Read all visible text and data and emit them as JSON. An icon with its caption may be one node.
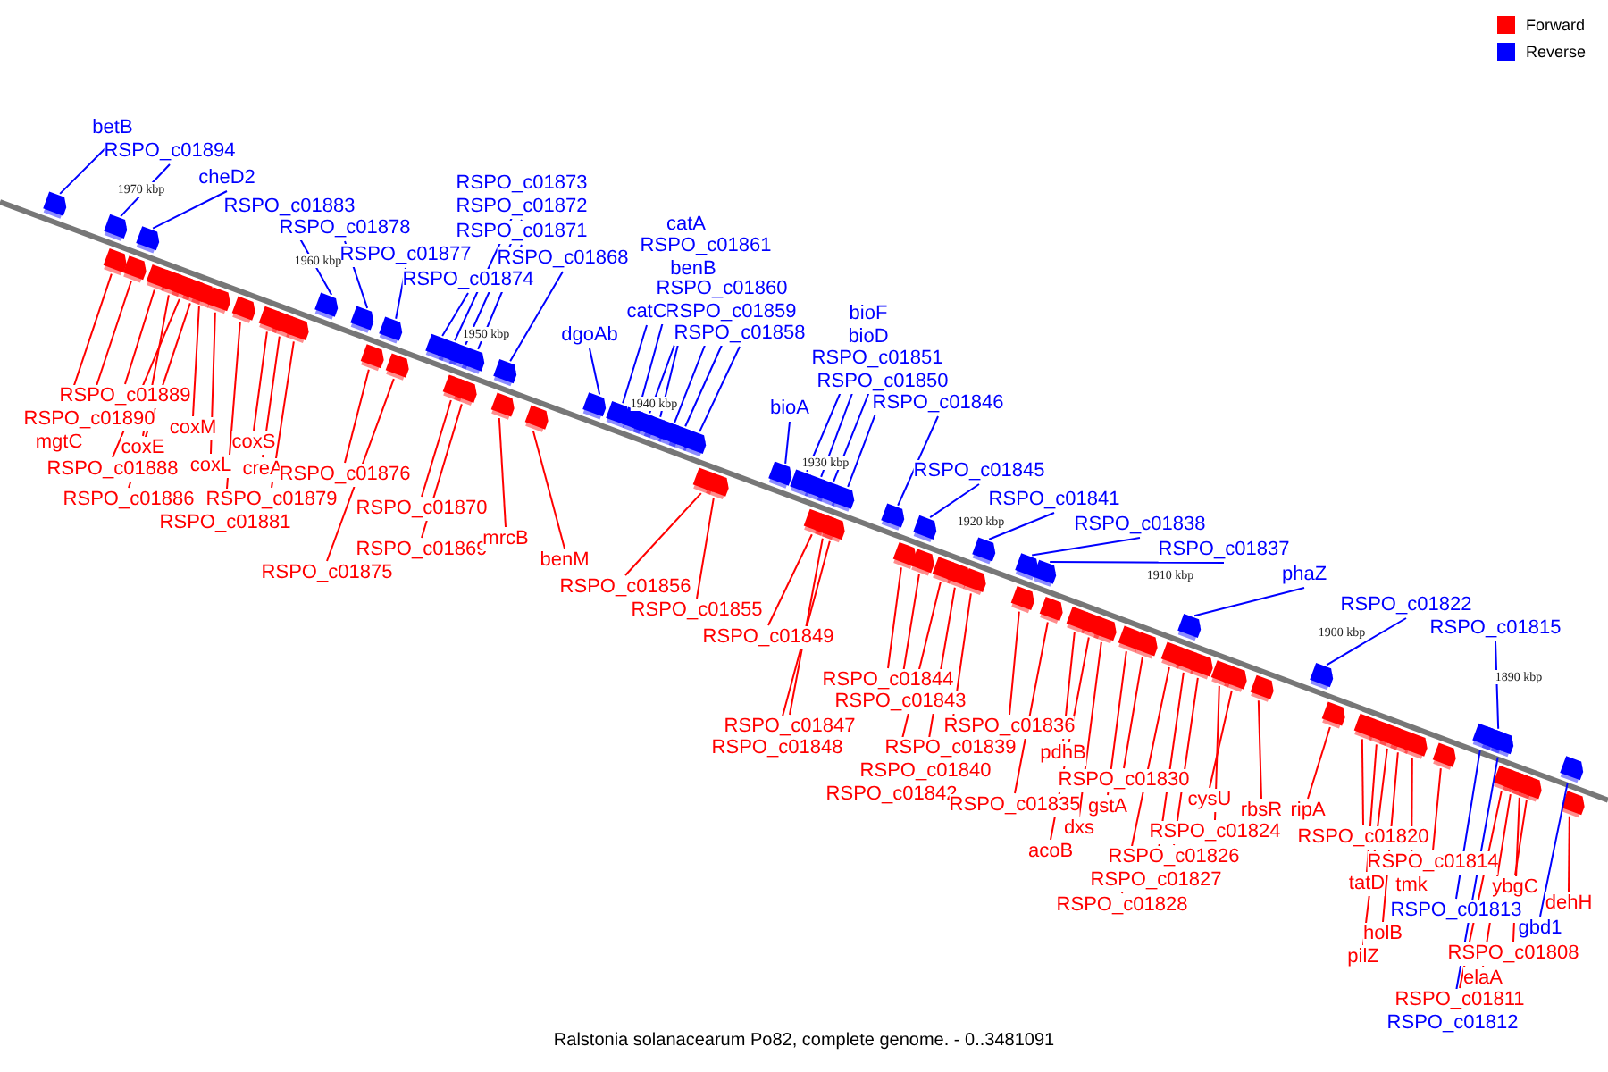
{
  "diagram": {
    "caption": "Ralstonia solanacearum Po82, complete genome. - 0..3481091",
    "nodes": [
      {
        "text": [
          "betB"
        ]
      },
      {
        "text": [
          "RSPO_c01894"
        ]
      },
      {
        "text": [
          "cheD2"
        ]
      },
      {
        "text": [
          "RSPO_c01883"
        ]
      },
      {
        "text": [
          "RSPO_c01878"
        ]
      },
      {
        "text": [
          "RSPO_c01877"
        ]
      },
      {
        "text": [
          "RSPO_c01873"
        ]
      },
      {
        "text": [
          "RSPO_c01872"
        ]
      },
      {
        "text": [
          "RSPO_c01871"
        ]
      },
      {
        "text": [
          "RSPO_c01874"
        ]
      },
      {
        "text": [
          "RSPO_c01868"
        ]
      },
      {
        "text": [
          "catA"
        ]
      },
      {
        "text": [
          "RSPO_c01861"
        ]
      },
      {
        "text": [
          "benB"
        ]
      },
      {
        "text": [
          "RSPO_c01860"
        ]
      },
      {
        "text": [
          "RSPO_c01859"
        ]
      },
      {
        "text": [
          "RSPO_c01858"
        ]
      },
      {
        "text": [
          "catC"
        ]
      },
      {
        "text": [
          "dgoAb"
        ]
      },
      {
        "text": [
          "bioA"
        ]
      },
      {
        "text": [
          "bioF"
        ]
      },
      {
        "text": [
          "bioD"
        ]
      },
      {
        "text": [
          "RSPO_c01851"
        ]
      },
      {
        "text": [
          "RSPO_c01850"
        ]
      },
      {
        "text": [
          "RSPO_c01846"
        ]
      },
      {
        "text": [
          "RSPO_c01845"
        ]
      },
      {
        "text": [
          "RSPO_c01841"
        ]
      },
      {
        "text": [
          "RSPO_c01838"
        ]
      },
      {
        "text": [
          "RSPO_c01837"
        ]
      },
      {
        "text": [
          "phaZ"
        ]
      },
      {
        "text": [
          "RSPO_c01822"
        ]
      },
      {
        "text": [
          "RSPO_c01815"
        ]
      },
      {
        "text": [
          "RSPO_c01813"
        ]
      },
      {
        "text": [
          "gbd1"
        ]
      },
      {
        "text": [
          "RSPO_c01812"
        ]
      },
      {
        "text": [
          "RSPO_c01889"
        ]
      },
      {
        "text": [
          "RSPO_c01890"
        ]
      },
      {
        "text": [
          "mgtC"
        ]
      },
      {
        "text": [
          "coxE"
        ]
      },
      {
        "text": [
          "RSPO_c01888"
        ]
      },
      {
        "text": [
          "coxM"
        ]
      },
      {
        "text": [
          "RSPO_c01886"
        ]
      },
      {
        "text": [
          "coxL"
        ]
      },
      {
        "text": [
          "coxS"
        ]
      },
      {
        "text": [
          "creA"
        ]
      },
      {
        "text": [
          "RSPO_c01879"
        ]
      },
      {
        "text": [
          "RSPO_c01881"
        ]
      },
      {
        "text": [
          "RSPO_c01876"
        ]
      },
      {
        "text": [
          "RSPO_c01875"
        ]
      },
      {
        "text": [
          "RSPO_c01870"
        ]
      },
      {
        "text": [
          "RSPO_c01869"
        ]
      },
      {
        "text": [
          "mrcB"
        ]
      },
      {
        "text": [
          "benM"
        ]
      },
      {
        "text": [
          "RSPO_c01856"
        ]
      },
      {
        "text": [
          "RSPO_c01855"
        ]
      },
      {
        "text": [
          "RSPO_c01849"
        ]
      },
      {
        "text": [
          "RSPO_c01847"
        ]
      },
      {
        "text": [
          "RSPO_c01848"
        ]
      },
      {
        "text": [
          "RSPO_c01844"
        ]
      },
      {
        "text": [
          "RSPO_c01843"
        ]
      },
      {
        "text": [
          "RSPO_c01839"
        ]
      },
      {
        "text": [
          "RSPO_c01840"
        ]
      },
      {
        "text": [
          "RSPO_c01842"
        ]
      },
      {
        "text": [
          "RSPO_c01836"
        ]
      },
      {
        "text": [
          "RSPO_c01835"
        ]
      },
      {
        "text": [
          "pdhB"
        ]
      },
      {
        "text": [
          "dxs"
        ]
      },
      {
        "text": [
          "acoB"
        ]
      },
      {
        "text": [
          "RSPO_c01830"
        ]
      },
      {
        "text": [
          "gstA"
        ]
      },
      {
        "text": [
          "RSPO_c01828"
        ]
      },
      {
        "text": [
          "RSPO_c01827"
        ]
      },
      {
        "text": [
          "RSPO_c01826"
        ]
      },
      {
        "text": [
          "RSPO_c01824"
        ]
      },
      {
        "text": [
          "cysU"
        ]
      },
      {
        "text": [
          "rbsR"
        ]
      },
      {
        "text": [
          "ripA"
        ]
      },
      {
        "text": [
          "RSPO_c01820"
        ]
      },
      {
        "text": [
          "tatD"
        ]
      },
      {
        "text": [
          "pilZ"
        ]
      },
      {
        "text": [
          "holB"
        ]
      },
      {
        "text": [
          "tmk"
        ]
      },
      {
        "text": [
          "RSPO_c01814"
        ]
      },
      {
        "text": [
          "RSPO_c01811"
        ]
      },
      {
        "text": [
          "elaA"
        ]
      },
      {
        "text": [
          "RSPO_c01808"
        ]
      },
      {
        "text": [
          "ybgC"
        ]
      },
      {
        "text": [
          "dehH"
        ]
      },
      {
        "text": [],
        "shape": "box"
      },
      {
        "text": [],
        "shape": "box"
      },
      {
        "text": [],
        "shape": "box"
      },
      {
        "text": [],
        "shape": "box"
      },
      {
        "text": [],
        "shape": "box"
      },
      {
        "text": [],
        "shape": "box"
      },
      {
        "text": [],
        "shape": "box"
      },
      {
        "text": [],
        "shape": "box"
      },
      {
        "text": [],
        "shape": "box"
      },
      {
        "text": [],
        "shape": "box"
      },
      {
        "text": [],
        "shape": "box"
      },
      {
        "text": [],
        "shape": "box"
      },
      {
        "text": [],
        "shape": "box"
      },
      {
        "text": [],
        "shape": "box"
      },
      {
        "text": [],
        "shape": "box"
      },
      {
        "text": [],
        "shape": "box"
      },
      {
        "text": [],
        "shape": "box"
      },
      {
        "text": [],
        "shape": "box"
      },
      {
        "text": [],
        "shape": "box"
      },
      {
        "text": [],
        "shape": "box"
      },
      {
        "text": [],
        "shape": "box"
      },
      {
        "text": [],
        "shape": "box"
      },
      {
        "text": [],
        "shape": "box"
      },
      {
        "text": [],
        "shape": "box"
      },
      {
        "text": [],
        "shape": "box"
      },
      {
        "text": [],
        "shape": "box"
      },
      {
        "text": [],
        "shape": "box"
      },
      {
        "text": [],
        "shape": "box"
      },
      {
        "text": [],
        "shape": "box"
      },
      {
        "text": [],
        "shape": "box"
      },
      {
        "text": [],
        "shape": "box"
      },
      {
        "text": [],
        "shape": "box"
      },
      {
        "text": [],
        "shape": "box"
      },
      {
        "text": [],
        "shape": "box"
      },
      {
        "text": [],
        "shape": "box"
      },
      {
        "text": [],
        "shape": "box"
      },
      {
        "text": [],
        "shape": "box"
      },
      {
        "text": [],
        "shape": "box"
      },
      {
        "text": [],
        "shape": "box"
      },
      {
        "text": [],
        "shape": "box"
      },
      {
        "text": [],
        "shape": "box"
      },
      {
        "text": [],
        "shape": "box"
      },
      {
        "text": [],
        "shape": "box"
      },
      {
        "text": [],
        "shape": "box"
      },
      {
        "text": [],
        "shape": "box"
      },
      {
        "text": [],
        "shape": "box"
      },
      {
        "text": [],
        "shape": "box"
      },
      {
        "text": [],
        "shape": "box"
      },
      {
        "text": [],
        "shape": "box"
      },
      {
        "text": [],
        "shape": "box"
      },
      {
        "text": [],
        "shape": "box"
      },
      {
        "text": [],
        "shape": "box"
      },
      {
        "text": [],
        "shape": "box"
      },
      {
        "text": [],
        "shape": "box"
      },
      {
        "text": [],
        "shape": "box"
      },
      {
        "text": [],
        "shape": "box"
      },
      {
        "text": [],
        "shape": "box"
      },
      {
        "text": [],
        "shape": "box"
      },
      {
        "text": [],
        "shape": "box"
      },
      {
        "text": [],
        "shape": "box"
      },
      {
        "text": [],
        "shape": "box"
      },
      {
        "text": [],
        "shape": "box"
      },
      {
        "text": [],
        "shape": "box"
      },
      {
        "text": [],
        "shape": "box"
      },
      {
        "text": [],
        "shape": "box"
      },
      {
        "text": [],
        "shape": "box"
      },
      {
        "text": [],
        "shape": "box"
      },
      {
        "text": [],
        "shape": "box"
      },
      {
        "text": [],
        "shape": "box"
      },
      {
        "text": [],
        "shape": "box"
      },
      {
        "text": [],
        "shape": "box"
      },
      {
        "text": [],
        "shape": "box"
      },
      {
        "text": [],
        "shape": "box"
      },
      {
        "text": [],
        "shape": "box"
      },
      {
        "text": [],
        "shape": "box"
      },
      {
        "text": [],
        "shape": "box"
      },
      {
        "text": [],
        "shape": "box"
      },
      {
        "text": [],
        "shape": "box"
      },
      {
        "text": [],
        "shape": "box"
      },
      {
        "text": [],
        "shape": "box"
      },
      {
        "text": [],
        "shape": "box"
      },
      {
        "text": [],
        "shape": "box"
      },
      {
        "text": [],
        "shape": "box"
      },
      {
        "text": [],
        "shape": "box"
      },
      {
        "text": [],
        "shape": "box"
      },
      {
        "text": [],
        "shape": "box"
      },
      {
        "text": [],
        "shape": "box"
      },
      {
        "text": [],
        "shape": "box"
      }
    ],
    "edges": [
      {
        "from": 0,
        "to": 88,
        "arrow": "none",
        "color": "#0000ff"
      },
      {
        "from": 1,
        "to": 89,
        "arrow": "none",
        "color": "#0000ff"
      },
      {
        "from": 2,
        "to": 92,
        "arrow": "none",
        "color": "#0000ff"
      },
      {
        "from": 3,
        "to": 103,
        "arrow": "none",
        "color": "#0000ff"
      },
      {
        "from": 4,
        "to": 104,
        "arrow": "none",
        "color": "#0000ff"
      },
      {
        "from": 5,
        "to": 106,
        "arrow": "none",
        "color": "#0000ff"
      },
      {
        "from": 6,
        "to": 109,
        "arrow": "none",
        "color": "#0000ff"
      },
      {
        "from": 7,
        "to": 110,
        "arrow": "none",
        "color": "#0000ff"
      },
      {
        "from": 8,
        "to": 112,
        "arrow": "none",
        "color": "#0000ff"
      },
      {
        "from": 9,
        "to": 108,
        "arrow": "none",
        "color": "#0000ff"
      },
      {
        "from": 10,
        "to": 114,
        "arrow": "none",
        "color": "#0000ff"
      },
      {
        "from": 11,
        "to": 119,
        "arrow": "none",
        "color": "#0000ff"
      },
      {
        "from": 12,
        "to": 120,
        "arrow": "none",
        "color": "#0000ff"
      },
      {
        "from": 13,
        "to": 121,
        "arrow": "none",
        "color": "#0000ff"
      },
      {
        "from": 14,
        "to": 122,
        "arrow": "none",
        "color": "#0000ff"
      },
      {
        "from": 15,
        "to": 123,
        "arrow": "none",
        "color": "#0000ff"
      },
      {
        "from": 16,
        "to": 124,
        "arrow": "none",
        "color": "#0000ff"
      },
      {
        "from": 17,
        "to": 118,
        "arrow": "none",
        "color": "#0000ff"
      },
      {
        "from": 18,
        "to": 117,
        "arrow": "none",
        "color": "#0000ff"
      },
      {
        "from": 19,
        "to": 127,
        "arrow": "none",
        "color": "#0000ff"
      },
      {
        "from": 20,
        "to": 128,
        "arrow": "none",
        "color": "#0000ff"
      },
      {
        "from": 21,
        "to": 129,
        "arrow": "none",
        "color": "#0000ff"
      },
      {
        "from": 22,
        "to": 131,
        "arrow": "none",
        "color": "#0000ff"
      },
      {
        "from": 23,
        "to": 133,
        "arrow": "none",
        "color": "#0000ff"
      },
      {
        "from": 24,
        "to": 135,
        "arrow": "none",
        "color": "#0000ff"
      },
      {
        "from": 25,
        "to": 137,
        "arrow": "none",
        "color": "#0000ff"
      },
      {
        "from": 26,
        "to": 141,
        "arrow": "none",
        "color": "#0000ff"
      },
      {
        "from": 27,
        "to": 143,
        "arrow": "none",
        "color": "#0000ff"
      },
      {
        "from": 28,
        "to": 145,
        "arrow": "none",
        "color": "#0000ff"
      },
      {
        "from": 29,
        "to": 153,
        "arrow": "none",
        "color": "#0000ff"
      },
      {
        "from": 30,
        "to": 159,
        "arrow": "none",
        "color": "#0000ff"
      },
      {
        "from": 31,
        "to": 168,
        "arrow": "none",
        "color": "#0000ff"
      },
      {
        "from": 32,
        "to": 167,
        "arrow": "none",
        "color": "#0000ff"
      },
      {
        "from": 33,
        "to": 174,
        "arrow": "none",
        "color": "#0000ff"
      },
      {
        "from": 34,
        "to": 169,
        "arrow": "none",
        "color": "#0000ff"
      },
      {
        "from": 35,
        "to": 93,
        "arrow": "none"
      },
      {
        "from": 36,
        "to": 91,
        "arrow": "none"
      },
      {
        "from": 37,
        "to": 90,
        "arrow": "none"
      },
      {
        "from": 38,
        "to": 94,
        "arrow": "none"
      },
      {
        "from": 39,
        "to": 95,
        "arrow": "none"
      },
      {
        "from": 40,
        "to": 97,
        "arrow": "none"
      },
      {
        "from": 41,
        "to": 96,
        "arrow": "none"
      },
      {
        "from": 42,
        "to": 98,
        "arrow": "none"
      },
      {
        "from": 43,
        "to": 100,
        "arrow": "none"
      },
      {
        "from": 44,
        "to": 101,
        "arrow": "none"
      },
      {
        "from": 45,
        "to": 102,
        "arrow": "none"
      },
      {
        "from": 46,
        "to": 99,
        "arrow": "none"
      },
      {
        "from": 47,
        "to": 105,
        "arrow": "none"
      },
      {
        "from": 48,
        "to": 107,
        "arrow": "none"
      },
      {
        "from": 49,
        "to": 111,
        "arrow": "none"
      },
      {
        "from": 50,
        "to": 113,
        "arrow": "none"
      },
      {
        "from": 51,
        "to": 115,
        "arrow": "none"
      },
      {
        "from": 52,
        "to": 116,
        "arrow": "none"
      },
      {
        "from": 53,
        "to": 125,
        "arrow": "none"
      },
      {
        "from": 54,
        "to": 126,
        "arrow": "none"
      },
      {
        "from": 55,
        "to": 130,
        "arrow": "none"
      },
      {
        "from": 56,
        "to": 132,
        "arrow": "none"
      },
      {
        "from": 57,
        "to": 134,
        "arrow": "none"
      },
      {
        "from": 58,
        "to": 136,
        "arrow": "none"
      },
      {
        "from": 59,
        "to": 138,
        "arrow": "none"
      },
      {
        "from": 60,
        "to": 142,
        "arrow": "none"
      },
      {
        "from": 61,
        "to": 140,
        "arrow": "none"
      },
      {
        "from": 62,
        "to": 139,
        "arrow": "none"
      },
      {
        "from": 63,
        "to": 144,
        "arrow": "none"
      },
      {
        "from": 64,
        "to": 146,
        "arrow": "none"
      },
      {
        "from": 65,
        "to": 147,
        "arrow": "none"
      },
      {
        "from": 66,
        "to": 149,
        "arrow": "none"
      },
      {
        "from": 67,
        "to": 148,
        "arrow": "none"
      },
      {
        "from": 68,
        "to": 151,
        "arrow": "none"
      },
      {
        "from": 69,
        "to": 150,
        "arrow": "none"
      },
      {
        "from": 70,
        "to": 152,
        "arrow": "none"
      },
      {
        "from": 71,
        "to": 154,
        "arrow": "none"
      },
      {
        "from": 72,
        "to": 155,
        "arrow": "none"
      },
      {
        "from": 73,
        "to": 156,
        "arrow": "none"
      },
      {
        "from": 74,
        "to": 157,
        "arrow": "none"
      },
      {
        "from": 75,
        "to": 158,
        "arrow": "none"
      },
      {
        "from": 76,
        "to": 160,
        "arrow": "none"
      },
      {
        "from": 77,
        "to": 161,
        "arrow": "none"
      },
      {
        "from": 78,
        "to": 162,
        "arrow": "none"
      },
      {
        "from": 79,
        "to": 163,
        "arrow": "none"
      },
      {
        "from": 80,
        "to": 164,
        "arrow": "none"
      },
      {
        "from": 81,
        "to": 165,
        "arrow": "none"
      },
      {
        "from": 82,
        "to": 166,
        "arrow": "none"
      },
      {
        "from": 83,
        "to": 170,
        "arrow": "none"
      },
      {
        "from": 84,
        "to": 171,
        "arrow": "none"
      },
      {
        "from": 85,
        "to": 172,
        "arrow": "none"
      },
      {
        "from": 86,
        "to": 173,
        "arrow": "none"
      },
      {
        "from": 87,
        "to": 175,
        "arrow": "none"
      }
    ],
    "labels": [
      "1970 kbp",
      "1960 kbp",
      "1950 kbp",
      "1940 kbp",
      "1930 kbp",
      "1920 kbp",
      "1910 kbp",
      "1900 kbp",
      "1890 kbp"
    ],
    "legend": [
      {
        "text": "Forward",
        "color": "#ff0000"
      },
      {
        "text": "Reverse",
        "color": "#0000ff"
      }
    ]
  }
}
